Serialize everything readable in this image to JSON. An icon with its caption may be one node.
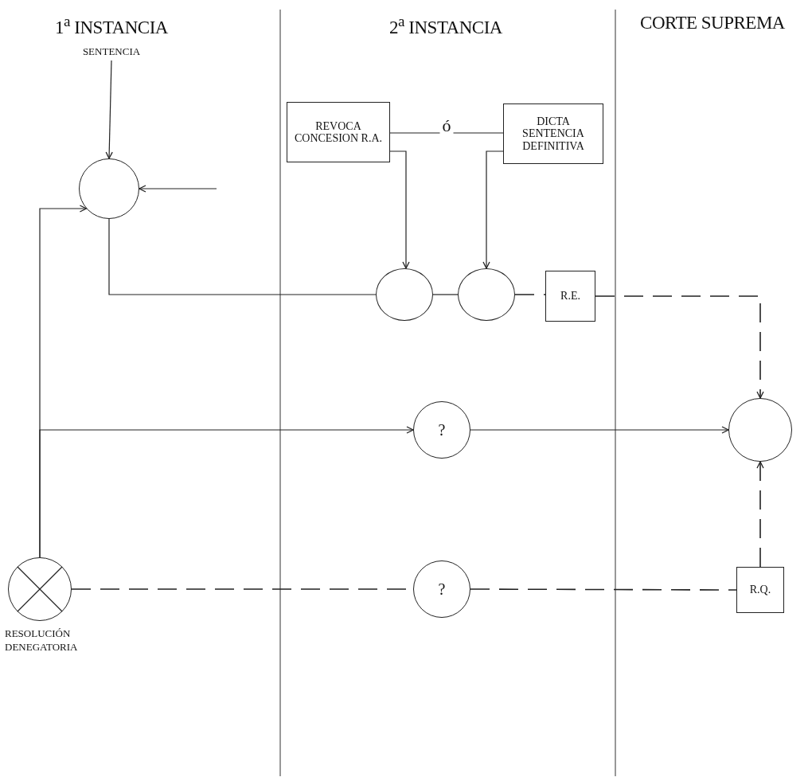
{
  "diagram": {
    "nodes": [
      {
        "text": [
          "SENTENCIA"
        ]
      },
      {
        "text": [],
        "shape": "circle"
      },
      {
        "text": [
          "REVOCA CONCESION R.A."
        ]
      },
      {
        "text": [
          "DICTA SENTENCIA DEFINITIVA"
        ]
      },
      {
        "text": [],
        "shape": "circle"
      },
      {
        "text": [],
        "shape": "circle"
      },
      {
        "text": [
          "R.E."
        ]
      },
      {
        "text": [],
        "shape": "circle"
      },
      {
        "text": [
          "?"
        ]
      },
      {
        "text": [],
        "shape": "circle",
        "beside": [
          "RESOLUCIÓN DENEGATORIA"
        ]
      },
      {
        "text": [
          "?"
        ]
      },
      {
        "text": [
          "R.Q."
        ]
      }
    ],
    "edges": [
      {
        "from": 0,
        "to": 1,
        "arrow": "to"
      },
      {
        "from": null,
        "to": 1,
        "arrow": "to"
      },
      {
        "from": 9,
        "to": 1,
        "arrow": "to"
      },
      {
        "from": 1,
        "to": 4,
        "arrow": "none"
      },
      {
        "from": 2,
        "to": 3,
        "arrow": "none",
        "label": "ó"
      },
      {
        "from": 2,
        "to": 4,
        "arrow": "to"
      },
      {
        "from": 3,
        "to": 5,
        "arrow": "to"
      },
      {
        "from": 4,
        "to": 5,
        "arrow": "none"
      },
      {
        "from": 5,
        "to": 6,
        "arrow": "none",
        "style": "dashed"
      },
      {
        "from": 6,
        "to": 7,
        "arrow": "to",
        "style": "dashed"
      },
      {
        "from": 9,
        "to": 8,
        "arrow": "to"
      },
      {
        "from": 8,
        "to": 7,
        "arrow": "to"
      },
      {
        "from": 9,
        "to": 10,
        "arrow": "none",
        "style": "dashed"
      },
      {
        "from": 10,
        "to": 11,
        "arrow": "none",
        "style": "dashed"
      },
      {
        "from": 11,
        "to": 7,
        "arrow": "to",
        "style": "dashed"
      }
    ],
    "labels": [
      "1$^{a}$ INSTANCIA",
      "2$^{a}$ INSTANCIA",
      "CORTE SUPREMA"
    ]
  }
}
